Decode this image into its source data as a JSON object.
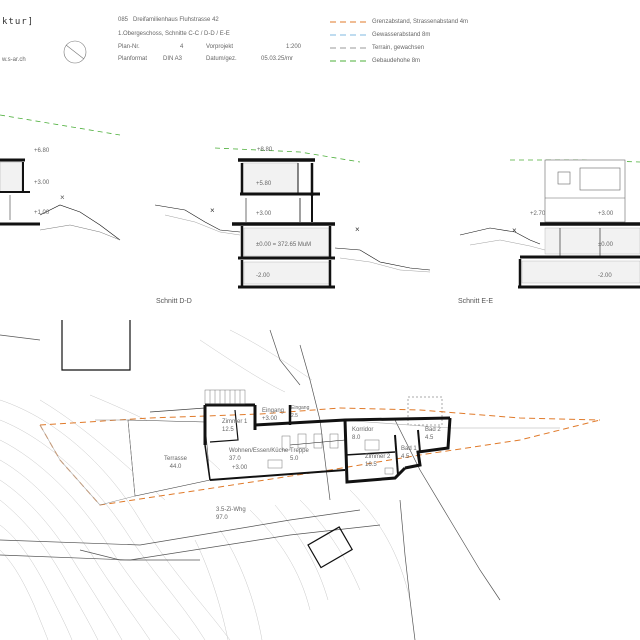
{
  "header": {
    "brand_fragment": "ktur]",
    "website_fragment": "w.s-ar.ch",
    "project_number": "085",
    "project_title": "Dreifamilienhaus Fluhstrasse 42",
    "sheet_subtitle": "1.Obergeschoss, Schnitte C-C / D-D / E-E",
    "plan_nr_label": "Plan-Nr.",
    "plan_nr_value": "4",
    "phase_label": "Vorprojekt",
    "scale": "1:200",
    "format_label": "Planformat",
    "format_value": "DIN A3",
    "date_label": "Datum/gez.",
    "date_value": "05.03.25/mr"
  },
  "legend": [
    {
      "label": "Grenzabstand, Strassenabstand 4m",
      "color": "#e07a2a",
      "dash": "6,4"
    },
    {
      "label": "Gewasserabstand 8m",
      "color": "#7fb8e0",
      "dash": "6,4"
    },
    {
      "label": "Terrain, gewachsen",
      "color": "#9a9a9a",
      "dash": "6,4"
    },
    {
      "label": "Gebaudehohe 8m",
      "color": "#4caf3a",
      "dash": "6,4"
    }
  ],
  "sections": {
    "left": {
      "levels": [
        "+6.80",
        "+3.00",
        "+1.00"
      ]
    },
    "middle": {
      "levels": [
        "+8.80",
        "+5.80",
        "+3.00",
        "±0.00 = 372.65 MuM",
        "-2.00"
      ]
    },
    "right": {
      "levels": [
        "+2.70",
        "+3.00",
        "±0.00",
        "-2.00"
      ]
    },
    "caption_d": "Schnitt D-D",
    "caption_e": "Schnitt E-E"
  },
  "plan": {
    "rooms": [
      {
        "name": "Terrasse",
        "area": "44.0"
      },
      {
        "name": "Zimmer 1",
        "area": "12.5"
      },
      {
        "name": "Eingang",
        "area": "2.5"
      },
      {
        "name": "Wohnen/Essen/Küche",
        "area": "37.0"
      },
      {
        "name": "Treppe",
        "area": "5.0"
      },
      {
        "name": "Korridor",
        "area": "8.0"
      },
      {
        "name": "Zimmer 2",
        "area": "16.5"
      },
      {
        "name": "Bad 1",
        "area": "4.5"
      },
      {
        "name": "Bad 2",
        "area": "4.5"
      }
    ],
    "entrance_label": "Eingang",
    "level_label": "+3.00",
    "level_label_2": "+3.00",
    "unit_label": "3.5-Zi-Whg",
    "unit_area": "97.0"
  }
}
